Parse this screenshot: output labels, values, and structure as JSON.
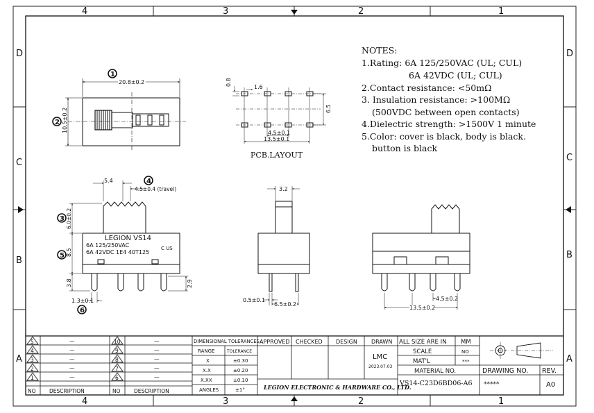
{
  "frame": {
    "columns": [
      "4",
      "3",
      "2",
      "1"
    ],
    "rows": [
      "D",
      "C",
      "B",
      "A"
    ]
  },
  "top_view": {
    "callout": "1",
    "callout2": "2",
    "dim_length": "20.8±0.2",
    "dim_width": "10.5±0.2"
  },
  "pcb_layout": {
    "title": "PCB.LAYOUT",
    "dim_pad": "0.8",
    "dim_pitch_small": "1.6",
    "dim_height": "6.5",
    "dim_pitch": "4.5±0.1",
    "dim_overall": "13.5±0.1"
  },
  "notes": {
    "title": "NOTES:",
    "lines": [
      "1.Rating: 6A 125/250VAC (UL; CUL)",
      "6A 42VDC (UL; CUL)",
      "2.Contact resistance: <50mΩ",
      "3. Insulation resistance: >100MΩ",
      "(500VDC between open contacts)",
      "4.Dielectric strength: >1500V 1 minute",
      "5.Color: cover is black, body is black.",
      "button is black"
    ]
  },
  "front_view": {
    "dim_actuator": "5.4",
    "dim_travel": "4.5±0.4 (travel)",
    "dim_actuator_h": "6.0±0.2",
    "dim_body_h": "8.5",
    "dim_pin_len": "3.8",
    "dim_pin_len2": "2.9",
    "dim_pin_w": "1.3±0.1",
    "callout3": "3",
    "callout4": "4",
    "callout5": "5",
    "callout6": "6",
    "label_brand": "LEGION  VS14",
    "label_rating1": "6A 125/250VAC",
    "label_rating2": "6A 42VDC  1E4   40T125",
    "label_cert": "C  US"
  },
  "side_view": {
    "dim_actuator_w": "3.2",
    "dim_pin_t": "0.5±0.1",
    "dim_pins": "6.5±0.2"
  },
  "rear_view": {
    "dim_pitch": "4.5±0.2",
    "dim_overall": "13.5±0.2"
  },
  "title_block": {
    "rev_left": [
      "5",
      "4",
      "3",
      "2",
      "1"
    ],
    "rev_right": [
      "10",
      "9",
      "8",
      "7",
      "6"
    ],
    "dash": "—",
    "col_no": "NO",
    "col_desc": "DESCRIPTION",
    "dim_tol_title": "DIMENSIONAL TOLERANCES",
    "tol_header": [
      "RANGE",
      "TOLERANCE"
    ],
    "tol_rows": [
      [
        "X",
        "±0.30"
      ],
      [
        "X.X",
        "±0.20"
      ],
      [
        "X.XX",
        "±0.10"
      ],
      [
        "ANGLES",
        "±1°"
      ]
    ],
    "approved": "APPROVED",
    "checked": "CHECKED",
    "design": "DESIGN",
    "drawn": "DRAWN",
    "drawn_by": "LMC",
    "drawn_date": "2023.07.03",
    "company": "LEGION ELECTRONIC & HARDWARE CO., LTD.",
    "all_size": "ALL SIZE ARE IN",
    "unit": "MM",
    "scale": "SCALE",
    "scale_val": "NO",
    "material_label": "MAT'L",
    "material_val": "***",
    "material_no": "MATERIAL NO.",
    "part_number": "VS14-C23D6BD06-A6",
    "drawing_no": "DRAWING NO.",
    "drawing_no_val": "*****",
    "rev": "REV.",
    "rev_val": "A0"
  }
}
